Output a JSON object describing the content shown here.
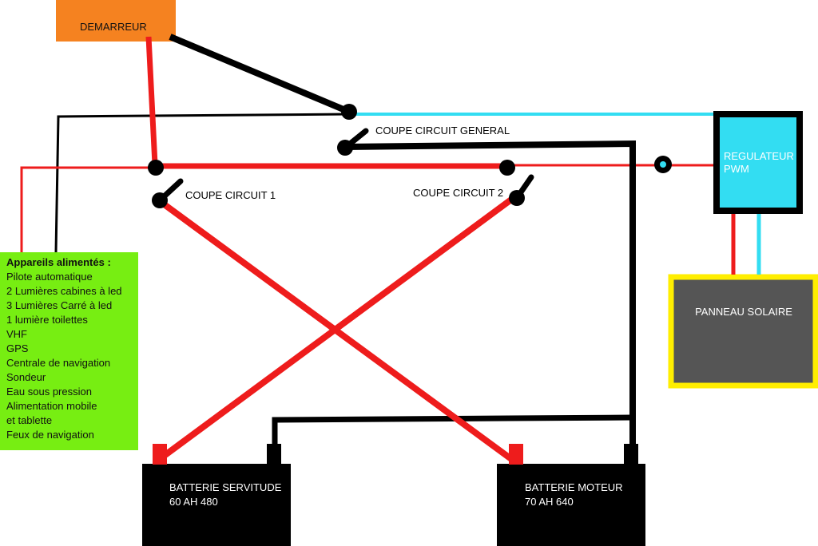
{
  "starter": {
    "label": "DEMARREUR",
    "color": "#f58220"
  },
  "main_switch": {
    "label": "COUPE CIRCUIT GENERAL"
  },
  "switch_1": {
    "label": "COUPE CIRCUIT 1"
  },
  "switch_2": {
    "label": "COUPE CIRCUIT 2"
  },
  "regulator": {
    "label_line1": "REGULATEUR",
    "label_line2": "PWM",
    "color": "#33ddf2"
  },
  "solar_panel": {
    "label": "PANNEAU SOLAIRE",
    "fill": "#555555",
    "border": "#ffee00"
  },
  "battery_service": {
    "name": "BATTERIE SERVITUDE",
    "spec": "60 AH 480"
  },
  "battery_engine": {
    "name": "BATTERIE MOTEUR",
    "spec": "70 AH 640"
  },
  "devices": {
    "title": "Appareils alimentés :",
    "color": "#77ee12",
    "items": [
      "Pilote automatique",
      "2 Lumières cabines à led",
      "3 Lumières Carré à led",
      "1 lumière toilettes",
      "VHF",
      "GPS",
      "Centrale de navigation",
      "Sondeur",
      "Eau sous pression",
      "Alimentation mobile",
      "et tablette",
      "Feux de navigation"
    ]
  },
  "wire_colors": {
    "positive": "#ee1c1c",
    "negative": "#000000",
    "solar": "#33ddf2"
  }
}
